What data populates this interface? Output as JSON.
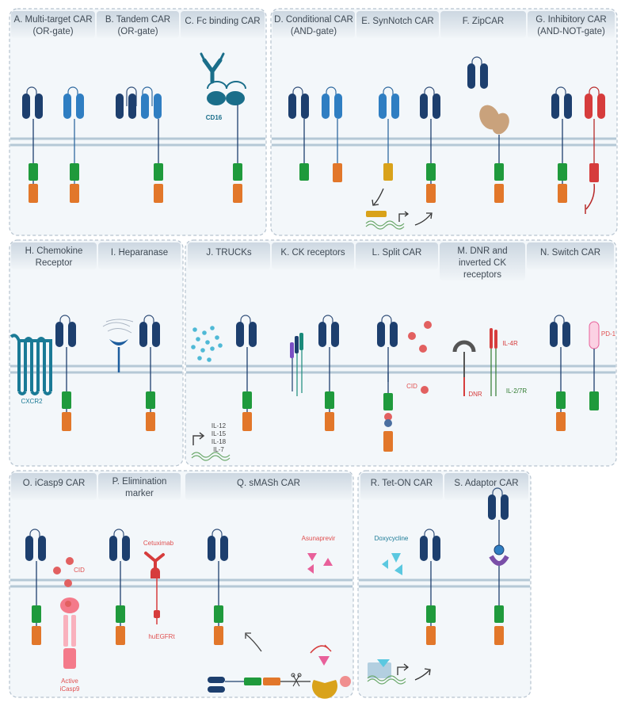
{
  "panels": {
    "A": {
      "line1": "A. Multi-target CAR",
      "line2": "(OR-gate)"
    },
    "B": {
      "line1": "B. Tandem CAR",
      "line2": "(OR-gate)"
    },
    "C": {
      "line1": "C. Fc binding CAR",
      "line2": ""
    },
    "D": {
      "line1": "D. Conditional CAR",
      "line2": "(AND-gate)"
    },
    "E": {
      "line1": "E. SynNotch CAR",
      "line2": ""
    },
    "F": {
      "line1": "F. ZipCAR",
      "line2": ""
    },
    "G": {
      "line1": "G. Inhibitory CAR",
      "line2": "(AND-NOT-gate)"
    },
    "H": {
      "line1": "H. Chemokine",
      "line2": "Receptor"
    },
    "I": {
      "line1": "I. Heparanase",
      "line2": ""
    },
    "J": {
      "line1": "J. TRUCKs",
      "line2": ""
    },
    "K": {
      "line1": "K. CK receptors",
      "line2": ""
    },
    "L": {
      "line1": "L. Split CAR",
      "line2": ""
    },
    "M": {
      "line1": "M. DNR and",
      "line2": "inverted CK",
      "line3": "receptors"
    },
    "N": {
      "line1": "N. Switch CAR",
      "line2": ""
    },
    "O": {
      "line1": "O. iCasp9 CAR",
      "line2": ""
    },
    "P": {
      "line1": "P. Elimination",
      "line2": "marker"
    },
    "Q": {
      "line1": "Q. sMASh CAR",
      "line2": ""
    },
    "R": {
      "line1": "R. Tet-ON CAR",
      "line2": ""
    },
    "S": {
      "line1": "S. Adaptor CAR",
      "line2": ""
    }
  },
  "labels": {
    "cd16": "CD16",
    "cxcr2": "CXCR2",
    "cid_l": "CID",
    "dnr": "DNR",
    "il4r": "IL-4R",
    "il27r": "IL-2/7R",
    "pd1": "PD-1",
    "il12": "IL-12",
    "il15": "IL-15",
    "il18": "IL-18",
    "il7": "IL-7",
    "cid_o": "CID",
    "active": "Active",
    "icasp9": "iCasp9",
    "cetuximab": "Cetuximab",
    "huegfrt": "huEGFRt",
    "asunaprevir": "Asunaprevir",
    "doxycycline": "Doxycycline"
  },
  "colors": {
    "car_dark": "#1d3f6e",
    "car_light": "#2f7ec2",
    "costim": "#1f9a3c",
    "cd3z": "#e2772a",
    "inhibitory": "#d63c3c",
    "membrane": "#b5c8d6",
    "synnotch_tf": "#d9a21a",
    "cd16": "#1a6e8a",
    "label_red": "#e05050",
    "label_teal": "#1a7a96",
    "pink": "#e8609a",
    "cyan": "#5bc8e0"
  }
}
